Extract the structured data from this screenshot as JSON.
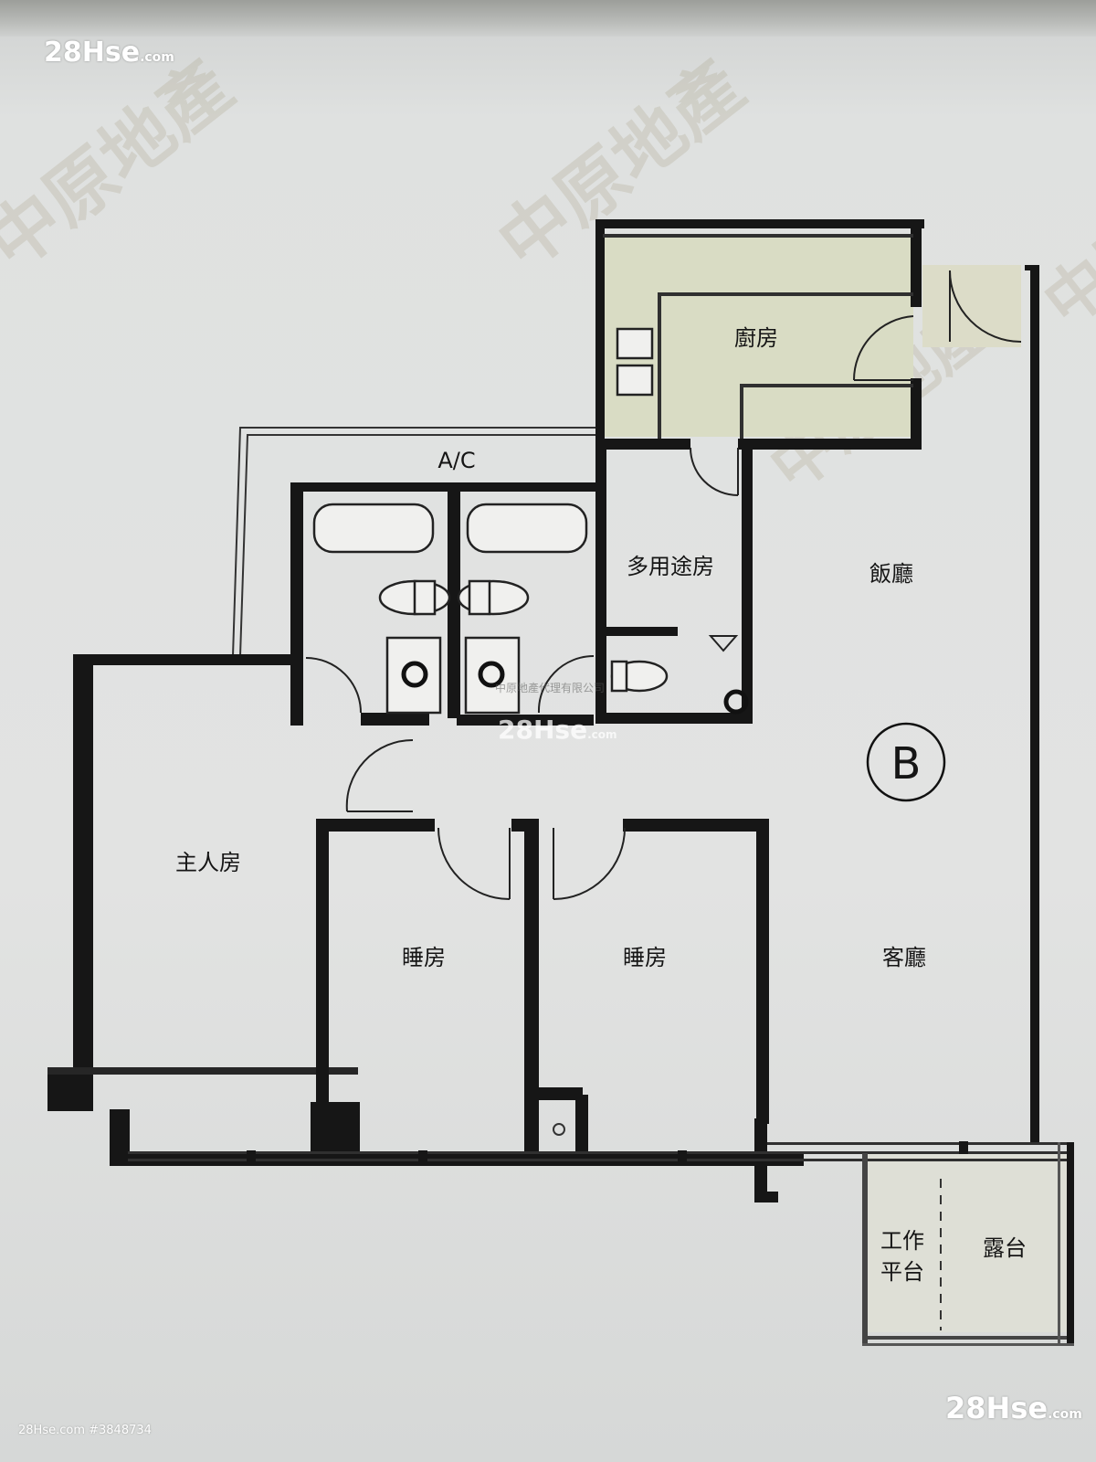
{
  "rooms": {
    "kitchen": "廚房",
    "ac": "A/C",
    "multipurpose": "多用途房",
    "dining": "飯廳",
    "unit": "B",
    "master": "主人房",
    "bedroom_1": "睡房",
    "bedroom_2": "睡房",
    "living": "客廳",
    "utility_1": "工作",
    "utility_2": "平台",
    "balcony": "露台"
  },
  "watermark": {
    "logo_main": "28Hse",
    "logo_suffix": ".com",
    "photo_id": "28Hse.com #3848734",
    "agency": "中原地產",
    "agency_mid": "中原地產代理有限公司"
  },
  "colors": {
    "wall": "#161616",
    "kitchen_fill": "#d9dcc4",
    "balcony_fill": "#dcdcd0",
    "paper": "#e2e3e2"
  }
}
